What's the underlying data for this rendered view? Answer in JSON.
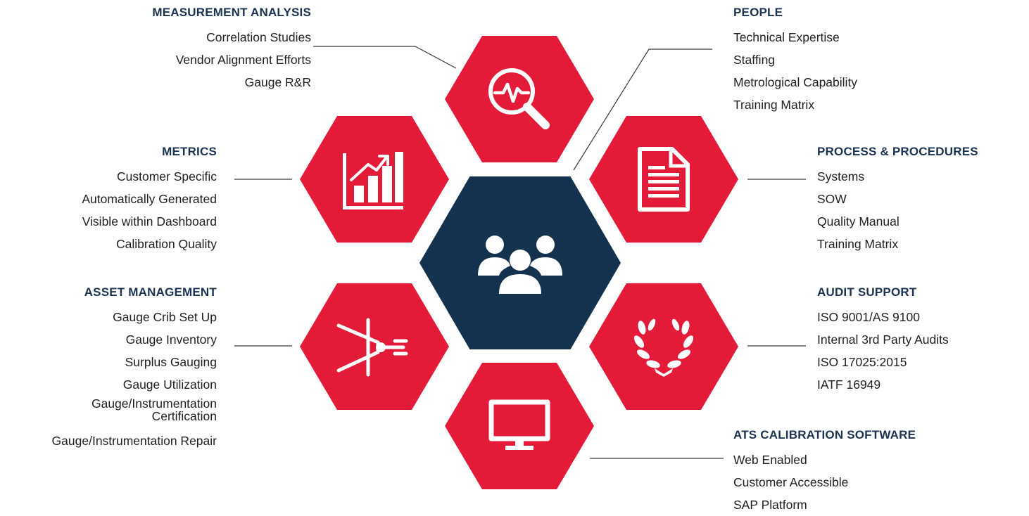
{
  "center": {
    "icon": "people-group-icon"
  },
  "hexagons": [
    {
      "id": "measurement-analysis",
      "icon": "magnifier-heartbeat-icon"
    },
    {
      "id": "metrics",
      "icon": "bar-chart-growth-icon"
    },
    {
      "id": "process-procedures",
      "icon": "document-icon"
    },
    {
      "id": "asset-management",
      "icon": "compass-divider-icon"
    },
    {
      "id": "audit-support",
      "icon": "laurel-wreath-icon"
    },
    {
      "id": "calibration-software",
      "icon": "monitor-icon"
    }
  ],
  "sections": {
    "measurement_analysis": {
      "title": "MEASUREMENT ANALYSIS",
      "items": [
        "Correlation Studies",
        "Vendor Alignment Efforts",
        "Gauge R&R"
      ]
    },
    "people": {
      "title": "PEOPLE",
      "items": [
        "Technical Expertise",
        "Staffing",
        "Metrological Capability",
        "Training Matrix"
      ]
    },
    "metrics": {
      "title": "METRICS",
      "items": [
        "Customer Specific",
        "Automatically Generated",
        "Visible within Dashboard",
        "Calibration Quality"
      ]
    },
    "process_procedures": {
      "title": "PROCESS & PROCEDURES",
      "items": [
        "Systems",
        "SOW",
        "Quality Manual",
        "Training Matrix"
      ]
    },
    "asset_management": {
      "title": "ASSET MANAGEMENT",
      "items": [
        "Gauge Crib Set Up",
        "Gauge Inventory",
        "Surplus Gauging",
        "Gauge Utilization",
        "Gauge/Instrumentation Certification",
        "Gauge/Instrumentation Repair"
      ]
    },
    "audit_support": {
      "title": "AUDIT SUPPORT",
      "items": [
        "ISO 9001/AS 9100",
        "Internal 3rd Party Audits",
        "ISO 17025:2015",
        "IATF 16949"
      ]
    },
    "calibration_software": {
      "title": "ATS CALIBRATION SOFTWARE",
      "items": [
        "Web Enabled",
        "Customer Accessible",
        "SAP Platform"
      ]
    }
  },
  "colors": {
    "hex_red": "#e31a38",
    "hex_navy": "#14324e",
    "heading": "#1b3350",
    "text": "#1f1f1f",
    "connector": "#3a3a3a"
  }
}
